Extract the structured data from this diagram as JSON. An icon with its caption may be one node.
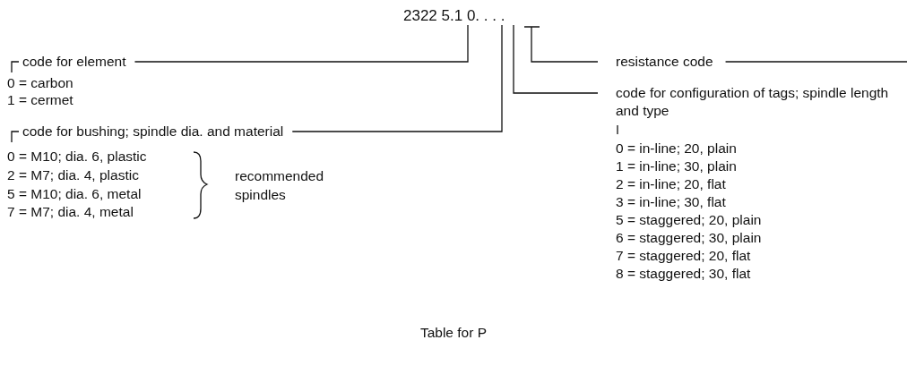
{
  "diagram": {
    "caption": "Table for P",
    "nodes": [
      {
        "text": [
          "2322 5.1 0. . . ."
        ]
      },
      {
        "text": [
          "code for element"
        ]
      },
      {
        "text": [
          "resistance code"
        ]
      },
      {
        "text": [
          "code for configuration of tags; spindle length and type"
        ]
      },
      {
        "text": [
          "code for bushing; spindle dia. and material"
        ]
      }
    ],
    "edges": [
      {
        "from": 1,
        "to": 0,
        "arrow": "none"
      },
      {
        "from": 2,
        "to": 0,
        "arrow": "none"
      },
      {
        "from": 3,
        "to": 0,
        "arrow": "none"
      },
      {
        "from": 4,
        "to": 0,
        "arrow": "none"
      }
    ],
    "labels": [
      "0 = carbon",
      "1 = cermet",
      "0 = in-line; 20, plain",
      "1 = in-line; 30, plain",
      "2 = in-line; 20, flat",
      "3 = in-line; 30, flat",
      "5 = staggered; 20, plain",
      "6 = staggered; 30, plain",
      "7 = staggered; 20, flat",
      "8 = staggered; 30, flat",
      "0 = M10; dia. 6, plastic",
      "2 = M7; dia. 4, plastic",
      "5 = M10; dia. 6, metal",
      "7 = M7; dia. 4, metal",
      "recommended spindles"
    ]
  }
}
